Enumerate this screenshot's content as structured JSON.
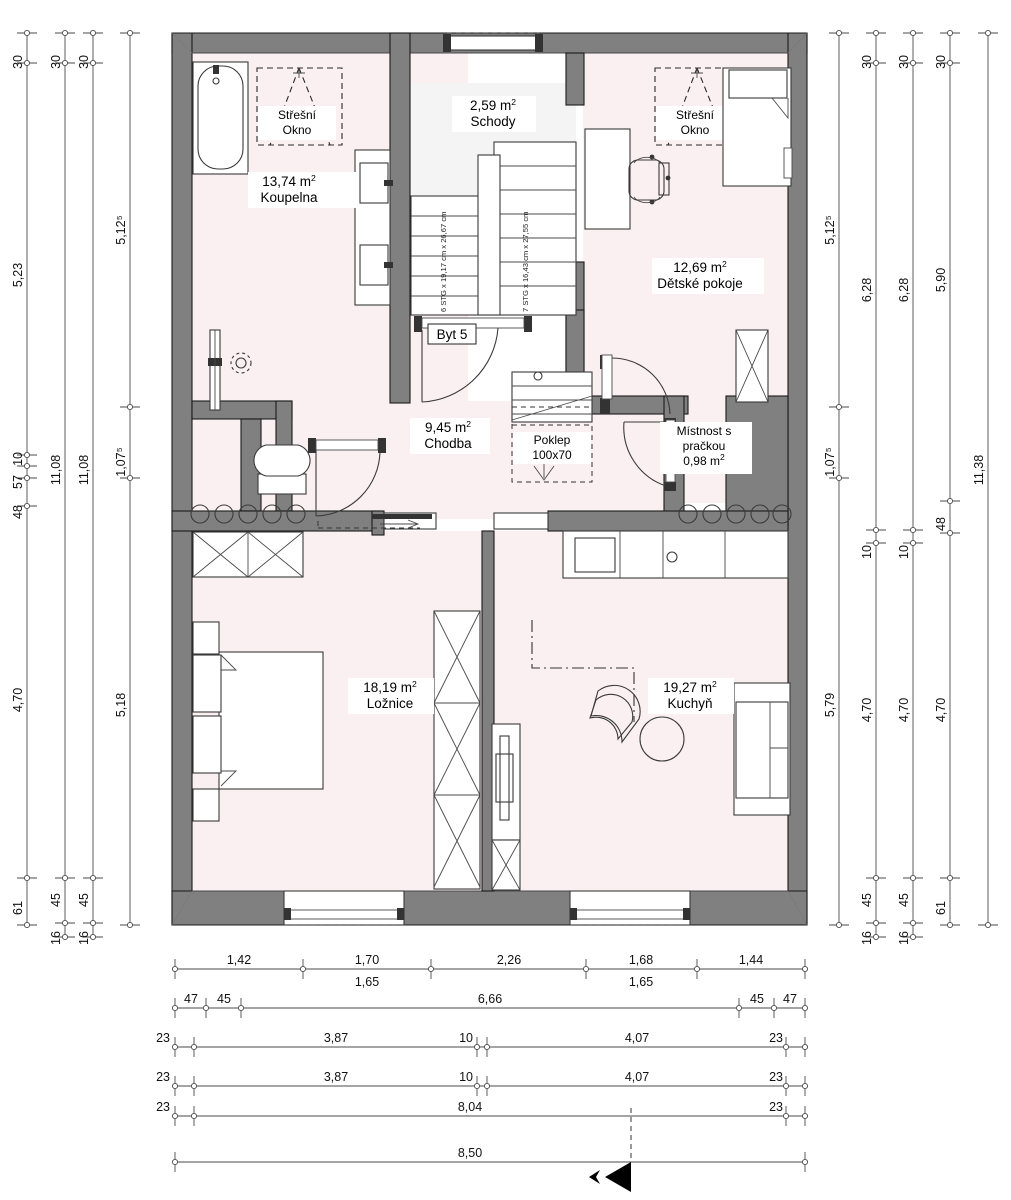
{
  "plan": {
    "unit_label": "m²",
    "apartment_tag": "Byt 5",
    "rooms": [
      {
        "id": "koupelna",
        "area": "13,74 m",
        "sup": "2",
        "name": "Koupelna"
      },
      {
        "id": "schody",
        "area": "2,59 m",
        "sup": "2",
        "name": "Schody"
      },
      {
        "id": "detske",
        "area": "12,69 m",
        "sup": "2",
        "name": "Dětské pokoje"
      },
      {
        "id": "chodba",
        "area": "9,45 m",
        "sup": "2",
        "name": "Chodba"
      },
      {
        "id": "loznice",
        "area": "18,19 m",
        "sup": "2",
        "name": "Ložnice"
      },
      {
        "id": "kuchyn",
        "area": "19,27 m",
        "sup": "2",
        "name": "Kuchyň"
      }
    ],
    "utility_room": {
      "line1": "Místnost s",
      "line2": "pračkou",
      "line3": "0,98 m",
      "sup": "2"
    },
    "hatch": {
      "line1": "Poklep",
      "line2": "100x70"
    },
    "roof_windows": [
      {
        "line1": "Střešní",
        "line2": "Okno"
      },
      {
        "line1": "Střešní",
        "line2": "Okno"
      }
    ],
    "stairs": [
      {
        "text": "6 STG x 19,17 cm x 26,67 cm"
      },
      {
        "text": "7 STG x 16,43 cm x 27,55 cm"
      }
    ]
  },
  "dimensions": {
    "left": [
      {
        "chain": "L1",
        "segments": [
          "30",
          "5,23",
          "10",
          "57",
          "48",
          "4,70",
          "61"
        ]
      },
      {
        "chain": "L2",
        "segments": [
          "30",
          "11,08",
          "45",
          "16"
        ]
      },
      {
        "chain": "L3",
        "segments": [
          "30",
          "11,08",
          "45",
          "16"
        ]
      },
      {
        "chain": "L4",
        "segments": [
          "5,12⁵",
          "1,07⁵",
          "5,18"
        ]
      }
    ],
    "right": [
      {
        "chain": "R1",
        "segments": [
          "5,12⁵",
          "1,07⁵",
          "5,79"
        ]
      },
      {
        "chain": "R2",
        "segments": [
          "30",
          "6,28",
          "10",
          "4,70",
          "45",
          "16"
        ]
      },
      {
        "chain": "R3",
        "segments": [
          "30",
          "6,28",
          "10",
          "4,70",
          "45",
          "16"
        ]
      },
      {
        "chain": "R4",
        "segments": [
          "30",
          "5,90",
          "48",
          "4,70",
          "61"
        ]
      },
      {
        "chain": "R5",
        "segments": [
          "11,38"
        ]
      }
    ],
    "bottom": [
      {
        "chain": "B1",
        "segments": [
          "1,42",
          "1,70",
          "2,26",
          "1,68",
          "1,44"
        ],
        "sub": [
          "1,65",
          "1,65"
        ]
      },
      {
        "chain": "B2",
        "segments": [
          "47",
          "45",
          "6,66",
          "45",
          "47"
        ]
      },
      {
        "chain": "B3",
        "segments": [
          "23",
          "3,87",
          "10",
          "4,07",
          "23"
        ]
      },
      {
        "chain": "B4",
        "segments": [
          "23",
          "3,87",
          "10",
          "4,07",
          "23"
        ]
      },
      {
        "chain": "B5",
        "segments": [
          "23",
          "8,04",
          "23"
        ]
      },
      {
        "chain": "B6",
        "segments": [
          "8,50"
        ]
      }
    ]
  },
  "colors": {
    "wall": "#808080",
    "room_fill": "#faf0f2",
    "stair_fill": "#f4f4f4",
    "line": "#1a1a1a"
  }
}
